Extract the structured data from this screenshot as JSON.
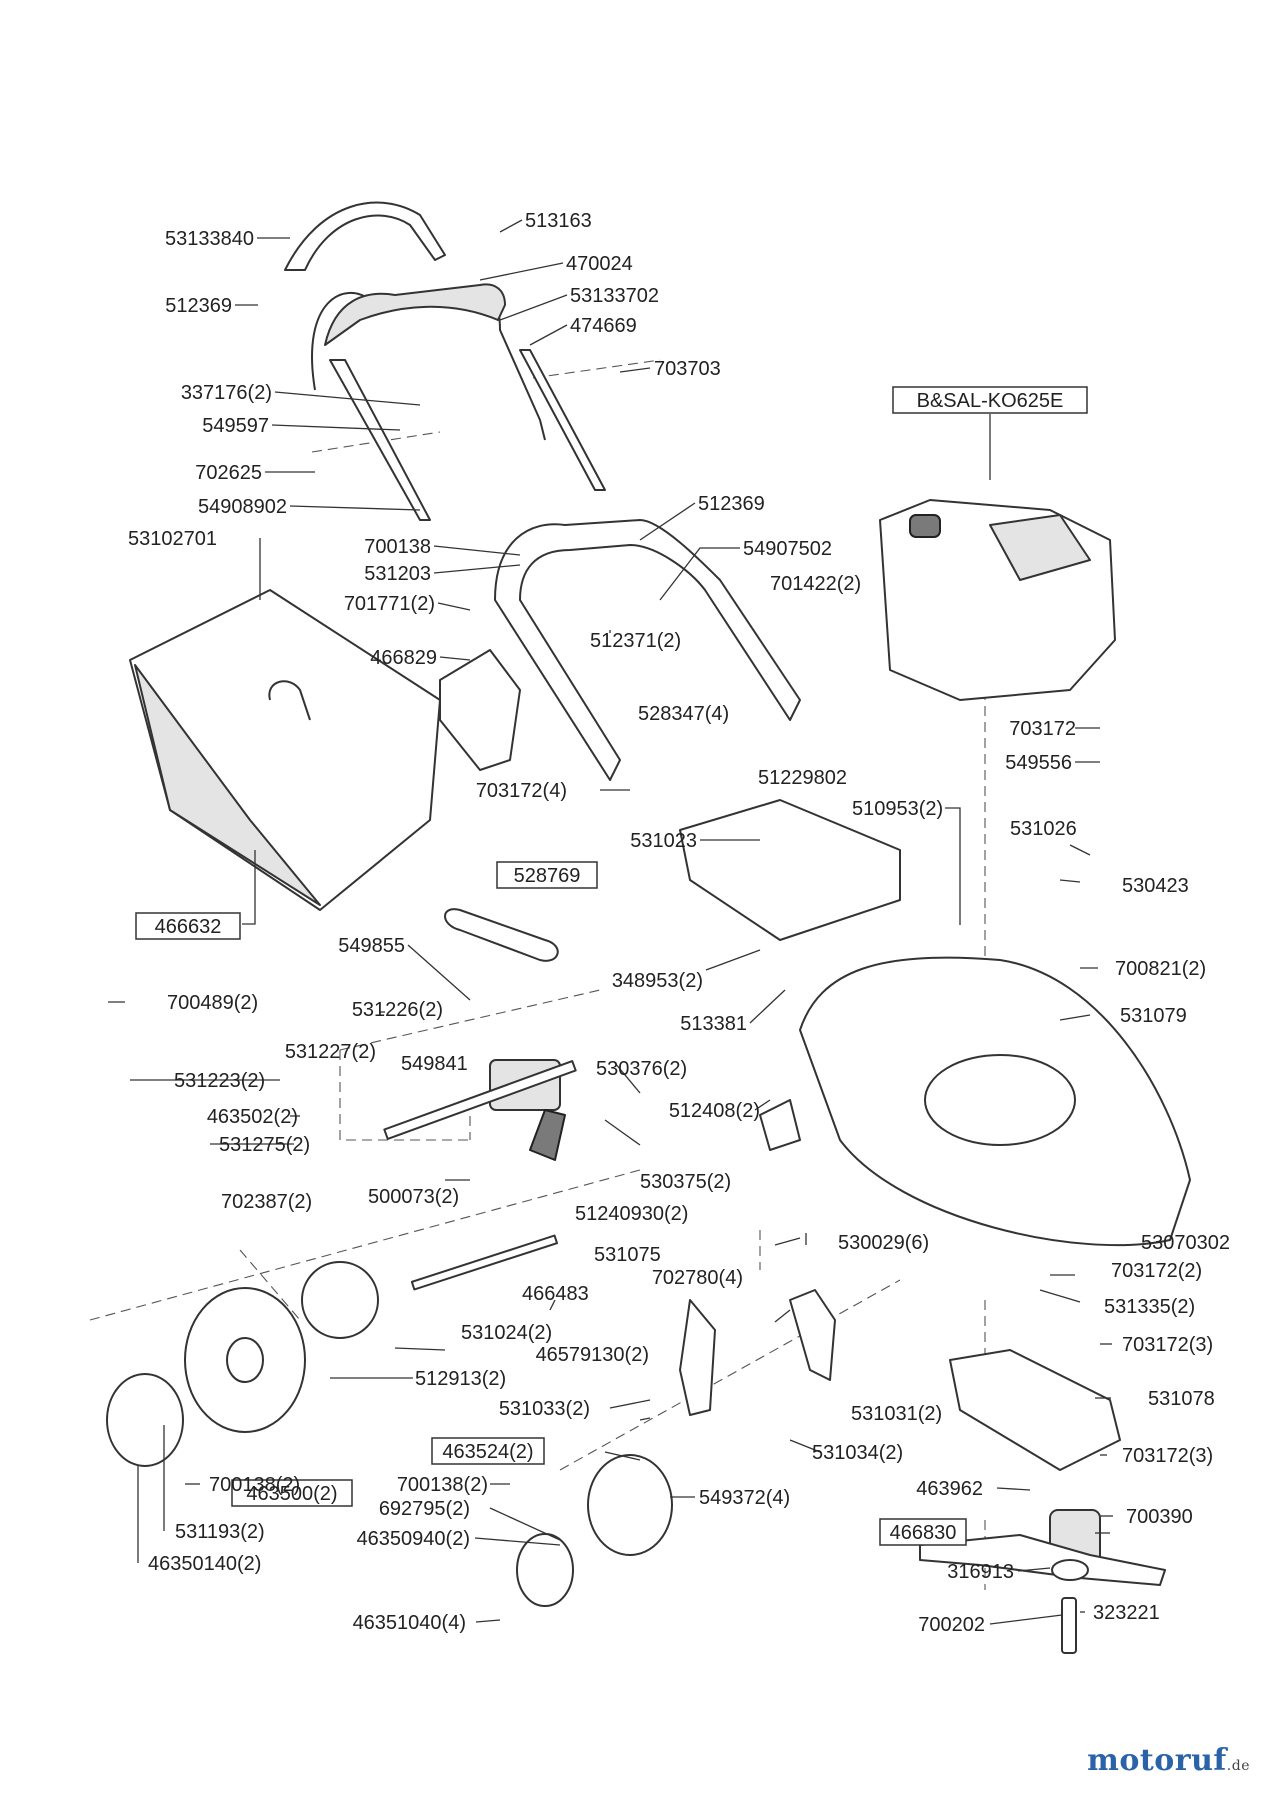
{
  "labels": {
    "l01": "53133840",
    "l02": "513163",
    "l03": "470024",
    "l04": "512369",
    "l05": "53133702",
    "l06": "474669",
    "l07": "703703",
    "l08": "337176(2)",
    "l09": "549597",
    "l10": "B&SAL-KO625E",
    "l11": "702625",
    "l12": "54908902",
    "l13": "512369",
    "l14": "53102701",
    "l15": "700138",
    "l16": "54907502",
    "l17": "531203",
    "l18": "701771(2)",
    "l19": "701422(2)",
    "l20": "512371(2)",
    "l21": "466829",
    "l22": "528347(4)",
    "l23": "703172",
    "l24": "549556",
    "l25": "51229802",
    "l26": "703172(4)",
    "l27": "510953(2)",
    "l28": "531023",
    "l29": "531026",
    "l30": "528769",
    "l31": "530423",
    "l32": "466632",
    "l33": "549855",
    "l34": "700821(2)",
    "l35": "348953(2)",
    "l36": "700489(2)",
    "l37": "531226(2)",
    "l38": "531079",
    "l39": "513381",
    "l40": "531227(2)",
    "l41": "549841",
    "l42": "530376(2)",
    "l43": "531223(2)",
    "l44": "463502(2)",
    "l45": "512408(2)",
    "l46": "531275(2)",
    "l47": "530375(2)",
    "l48": "500073(2)",
    "l49": "702387(2)",
    "l50": "51240930(2)",
    "l51": "530029(6)",
    "l52": "53070302",
    "l53": "531075",
    "l54": "702780(4)",
    "l55": "703172(2)",
    "l56": "466483",
    "l57": "531335(2)",
    "l58": "531024(2)",
    "l59": "46579130(2)",
    "l60": "703172(3)",
    "l61": "512913(2)",
    "l62": "531078",
    "l63": "531031(2)",
    "l64": "531033(2)",
    "l65": "463500(2)",
    "l66": "463524(2)",
    "l67": "531034(2)",
    "l68": "703172(3)",
    "l69": "700138(2)",
    "l70": "463962",
    "l71": "700138(2)",
    "l72": "549372(4)",
    "l73": "700390",
    "l74": "692795(2)",
    "l75": "466830",
    "l76": "531193(2)",
    "l77": "46350940(2)",
    "l78": "316913",
    "l79": "46350140(2)",
    "l80": "323221",
    "l81": "46351040(4)",
    "l82": "700202"
  },
  "watermark": {
    "name": "motoruf",
    "tld": ".de"
  }
}
